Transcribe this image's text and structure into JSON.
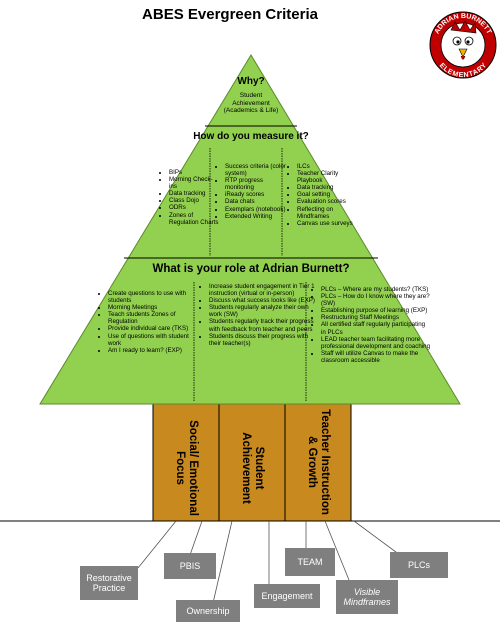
{
  "title": "ABES Evergreen Criteria",
  "logo": {
    "top_text": "ADRIAN BURNETT",
    "bottom_text": "ELEMENTARY"
  },
  "tree": {
    "why": {
      "heading": "Why?",
      "body_lines": [
        "Student",
        "Achievement",
        "(Academics & Life)"
      ]
    },
    "measure": {
      "heading": "How do you measure it?",
      "columns": [
        [
          "BIPs",
          "Morning Check-ins",
          "Data tracking",
          "Class Dojo",
          "ODRs",
          "Zones of Regulation Charts"
        ],
        [
          "Success criteria (color system)",
          "RTP progress monitoring",
          "iReady scores",
          "Data chats",
          "Exemplars (notebook)",
          "Extended Writing"
        ],
        [
          "ILCs",
          "Teacher Clarity Playbook",
          "Data tracking",
          "Goal setting",
          "Evaluation scores",
          "Reflecting on Mindframes",
          "Canvas use surveys"
        ]
      ]
    },
    "role": {
      "heading": "What is your role at Adrian Burnett?",
      "columns": [
        [
          "Create questions to use with students",
          "Morning Meetings",
          "Teach students Zones of Regulation",
          "Provide individual care (TKS)",
          "Use of questions with student work",
          "Am I ready to learn? (EXP)"
        ],
        [
          "Increase student engagement in Tier 1 instruction (virtual or in-person)",
          "Discuss what success looks like (EXP)",
          "Students regularly analyze their own work (SW)",
          "Students regularly track their progress with feedback from teacher and peers",
          "Students discuss their progress with their teacher(s)"
        ],
        [
          "PLCs – Where are my students? (TKS)",
          "PLCs – How do I know where they are? (SW)",
          "Establishing purpose of learning (EXP)",
          "Restructuring Staff Meetings",
          "All certified staff regularly participating in PLCs",
          "LEAD teacher team facilitating more professional development and coaching",
          "Staff will utilize Canvas to make the classroom accessible"
        ]
      ]
    }
  },
  "trunk": [
    "Social/ Emotional Focus",
    "Student Achievement",
    "Teacher Instruction & Growth"
  ],
  "roots": [
    "Restorative Practice",
    "PBIS",
    "Ownership",
    "Engagement",
    "TEAM",
    "Visible Mindframes",
    "PLCs"
  ],
  "colors": {
    "tree": "#92d050",
    "trunk": "#c8891e",
    "root_box": "#7f7f7f",
    "logo_red": "#c00000"
  }
}
